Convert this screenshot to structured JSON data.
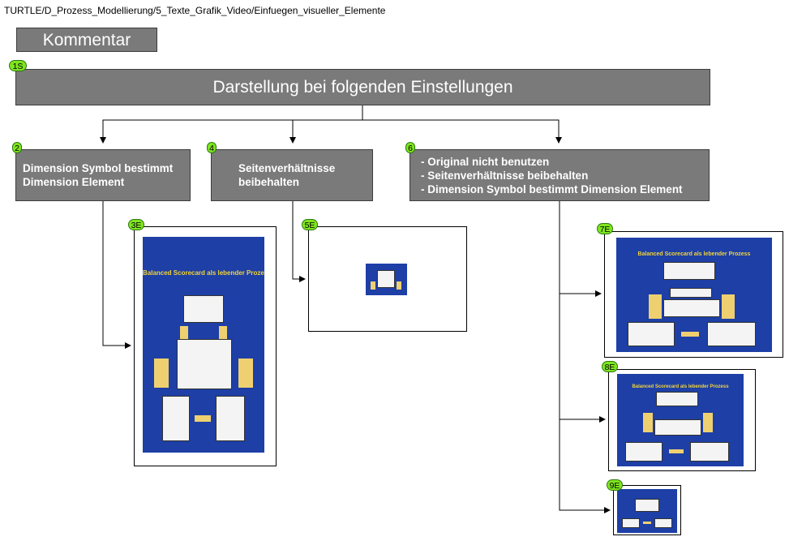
{
  "breadcrumb": "TURTLE/D_Prozess_Modellierung/5_Texte_Grafik_Video/Einfuegen_visueller_Elemente",
  "comment_label": "Kommentar",
  "main_box": {
    "badge": "1S",
    "title": "Darstellung bei folgenden Einstellungen"
  },
  "option_boxes": [
    {
      "badge": "2",
      "lines": [
        "Dimension Symbol bestimmt",
        "Dimension Element"
      ]
    },
    {
      "badge": "4",
      "lines": [
        "Seitenverhältnisse",
        "beibehalten"
      ]
    },
    {
      "badge": "6",
      "lines": [
        "- Original nicht benutzen",
        "- Seitenverhältnisse beibehalten",
        "- Dimension Symbol bestimmt Dimension Element"
      ]
    }
  ],
  "example_badges": [
    "3E",
    "5E",
    "7E",
    "8E",
    "9E"
  ],
  "slide_title": "Balanced Scorecard als lebender Prozess",
  "colors": {
    "box_fill": "#7a7a7a",
    "badge_green": "#7fe51f",
    "slide_blue": "#1d3fa6",
    "slide_title": "#f2d33a"
  }
}
